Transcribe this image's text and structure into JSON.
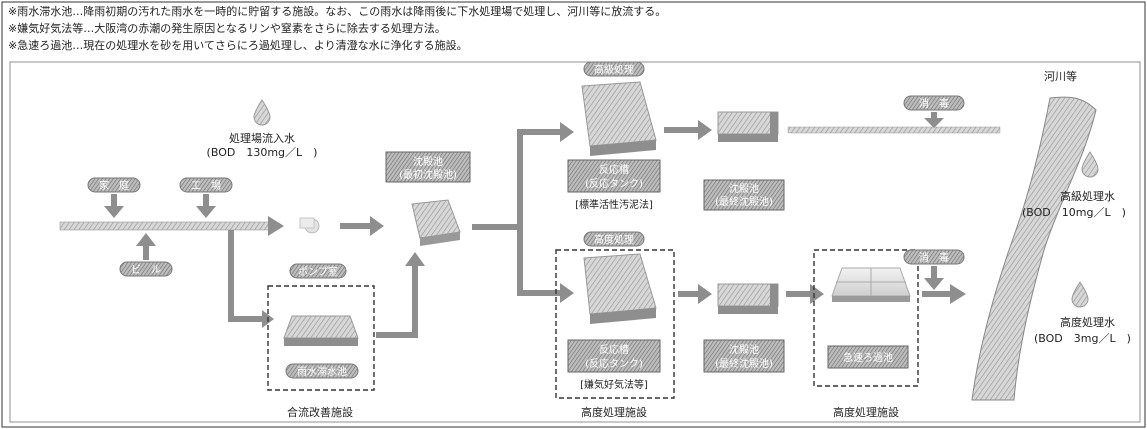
{
  "notes": [
    "※雨水滞水池…降雨初期の汚れた雨水を一時的に貯留する施設。なお、この雨水は降雨後に下水処理場で処理し、河川等に放流する。",
    "※嫌気好気法等…大阪湾の赤潮の発生原因となるリンや窒素をさらに除去する処理方法。",
    "※急速ろ過池…現在の処理水を砂を用いてさらにろ過処理し、より清澄な水に浄化する施設。"
  ],
  "sources": {
    "home": "家　庭",
    "factory": "工　場",
    "building": "ビ　ル"
  },
  "inflow": {
    "label": "処理場流入水",
    "bod": "(BOD　130mg／L　)"
  },
  "pump": {
    "label": "ポンプ室"
  },
  "primary": {
    "line1": "沈殿池",
    "line2": "(最初沈殿池)"
  },
  "stormwater": {
    "label": "雨水滞水池",
    "caption": "合流改善施設"
  },
  "upper": {
    "badge": "高級処理",
    "reactor_line1": "反応槽",
    "reactor_line2": "(反応タンク)",
    "method": "[標準活性汚泥法]",
    "settle_line1": "沈殿池",
    "settle_line2": "(最終沈殿池)"
  },
  "lower": {
    "badge": "高度処理",
    "reactor_line1": "反応槽",
    "reactor_line2": "(反応タンク)",
    "method": "[嫌気好気法等]",
    "caption": "高度処理施設",
    "settle_line1": "沈殿池",
    "settle_line2": "(最終沈殿池)"
  },
  "filtration": {
    "label": "急速ろ過池",
    "caption": "高度処理施設"
  },
  "disinfection": {
    "upper": "消　毒",
    "lower": "消　毒"
  },
  "river": {
    "label": "河川等"
  },
  "outputs": {
    "high_label": "高級処理水",
    "high_bod": "(BOD　10mg／L　)",
    "advanced_label": "高度処理水",
    "advanced_bod": "(BOD　3mg／L　)"
  },
  "colors": {
    "pill": "#8a8a8a",
    "box": "#6e6e6e",
    "arrow": "#888888",
    "frame": "#333333"
  }
}
